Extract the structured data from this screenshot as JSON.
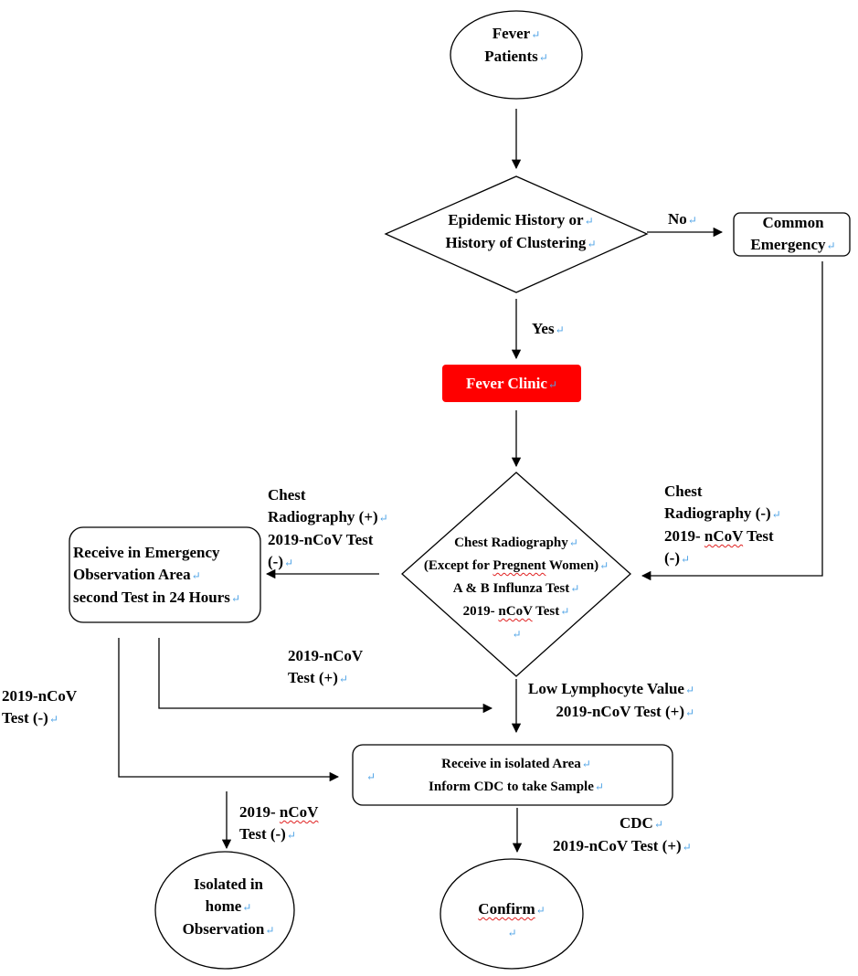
{
  "colors": {
    "stroke": "#000000",
    "fever_clinic_fill": "#ff0000",
    "fever_clinic_text": "#ffffff",
    "return_mark": "#4fa3e6"
  },
  "icons": {
    "paragraph_mark": "return-arrow"
  },
  "nodes": {
    "fever_patients": {
      "line1": "Fever",
      "line2": "Patients"
    },
    "epidemic_history": {
      "line1": "Epidemic History or",
      "line2": "History of Clustering"
    },
    "common_emergency": {
      "line1": "Common",
      "line2": "Emergency"
    },
    "fever_clinic": {
      "label": "Fever Clinic"
    },
    "chest_radiography_tests": {
      "line1": "Chest Radiography",
      "line2a": "(Except for ",
      "line2b": "Pregnent",
      "line2c": " Women)",
      "line3": "A & B Influnza Test",
      "line4a": "2019- ",
      "line4b": "nCoV",
      "line4c": " Test"
    },
    "emergency_observation": {
      "line1": "Receive in Emergency",
      "line2": "Observation Area",
      "line3": "second Test in 24 Hours"
    },
    "isolated_area": {
      "line1": "Receive in isolated Area",
      "line2": "Inform CDC to take Sample"
    },
    "home_observation": {
      "line1": "Isolated in",
      "line2": "home",
      "line3": "Observation"
    },
    "confirm": {
      "label": "Confirm"
    }
  },
  "edge_labels": {
    "no": "No",
    "yes": "Yes",
    "chest_positive": {
      "line1": "Chest",
      "line2": "Radiography (+)",
      "line3": "2019-nCoV Test",
      "line4": "(-)"
    },
    "chest_negative": {
      "line1": "Chest",
      "line2": "Radiography (-)",
      "line3a": "2019- ",
      "line3b": "nCoV",
      "line3c": " Test",
      "line4": "(-)"
    },
    "ncov_positive_left": {
      "line1": "2019-nCoV",
      "line2": "Test (+)"
    },
    "ncov_negative_left": {
      "line1": "2019-nCoV",
      "line2": "Test (-)"
    },
    "low_lymphocyte": {
      "line1": "Low Lymphocyte Value",
      "line2": "2019-nCoV Test (+)"
    },
    "ncov_negative_home": {
      "line1a": "2019- ",
      "line1b": "nCoV",
      "line2": "Test (-)"
    },
    "cdc_positive": {
      "line1": "CDC",
      "line2": "2019-nCoV Test (+)"
    }
  },
  "glyphs": {
    "return_mark": "↵"
  }
}
